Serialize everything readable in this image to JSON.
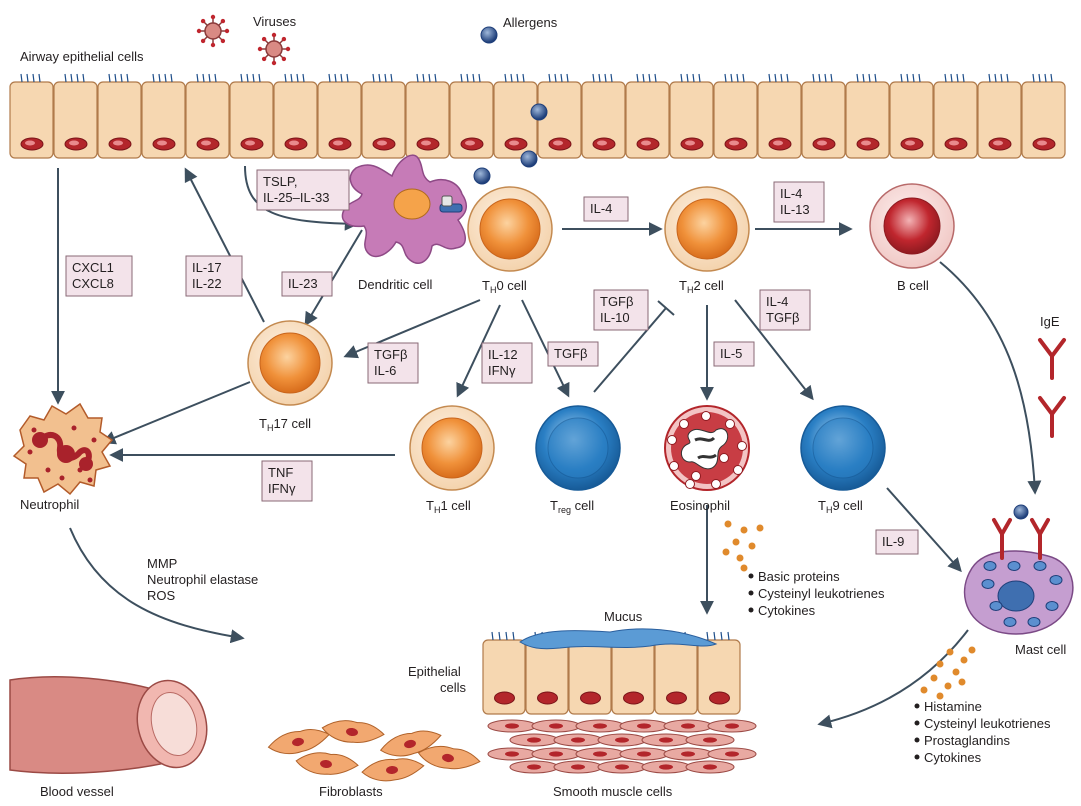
{
  "labels": {
    "airway": "Airway epithelial cells",
    "viruses": "Viruses",
    "allergens": "Allergens",
    "dendritic": "Dendritic cell",
    "th0_main": "T",
    "th0_sub": "H",
    "th0_tail": "0 cell",
    "th2_main": "T",
    "th2_sub": "H",
    "th2_tail": "2 cell",
    "bcell": "B cell",
    "th17_main": "T",
    "th17_sub": "H",
    "th17_tail": "17 cell",
    "th1_main": "T",
    "th1_sub": "H",
    "th1_tail": "1 cell",
    "treg_main": "T",
    "treg_sub": "reg",
    "treg_tail": " cell",
    "th9_main": "T",
    "th9_sub": "H",
    "th9_tail": "9 cell",
    "eosinophil": "Eosinophil",
    "neutrophil": "Neutrophil",
    "igE": "IgE",
    "mast": "Mast cell",
    "mucus": "Mucus",
    "epi_1": "Epithelial",
    "epi_2": "cells",
    "blood_vessel": "Blood vessel",
    "fibroblasts": "Fibroblasts",
    "smooth_muscle": "Smooth muscle cells"
  },
  "boxes": {
    "tslp": [
      "TSLP,",
      "IL-25–IL-33"
    ],
    "cxcl": [
      "CXCL1",
      "CXCL8"
    ],
    "il17": [
      "IL-17",
      "IL-22"
    ],
    "il23": [
      "IL-23"
    ],
    "il4a": [
      "IL-4"
    ],
    "il4il13": [
      "IL-4",
      "IL-13"
    ],
    "tgfb_il10": [
      "TGFβ",
      "IL-10"
    ],
    "il4_tgfb": [
      "IL-4",
      "TGFβ"
    ],
    "tgfb_il6": [
      "TGFβ",
      "IL-6"
    ],
    "il12": [
      "IL-12",
      "IFNγ"
    ],
    "tgfb": [
      "TGFβ"
    ],
    "il5": [
      "IL-5"
    ],
    "tnf": [
      "TNF",
      "IFNγ"
    ],
    "il9": [
      "IL-9"
    ]
  },
  "lists": {
    "neutro_products": [
      "MMP",
      "Neutrophil elastase",
      "ROS"
    ],
    "eos_products": [
      "Basic proteins",
      "Cysteinyl leukotrienes",
      "Cytokines"
    ],
    "mast_products": [
      "Histamine",
      "Cysteinyl leukotrienes",
      "Prostaglandins",
      "Cytokines"
    ]
  },
  "colors": {
    "box_fill": "#f3e3ea",
    "box_stroke": "#8a6a76",
    "arrow": "#3d4f5e",
    "epi_fill": "#f6d7b1",
    "epi_stroke": "#b07a4a",
    "nucleus": "#b3262b",
    "orange_cell": "#f0913a",
    "blue_cell": "#2a7fc4",
    "bcell": "#c0262e",
    "dendritic": "#c67bb7",
    "mast": "#c59ed0",
    "ige": "#b3262b",
    "dots": "#e08a2c"
  }
}
